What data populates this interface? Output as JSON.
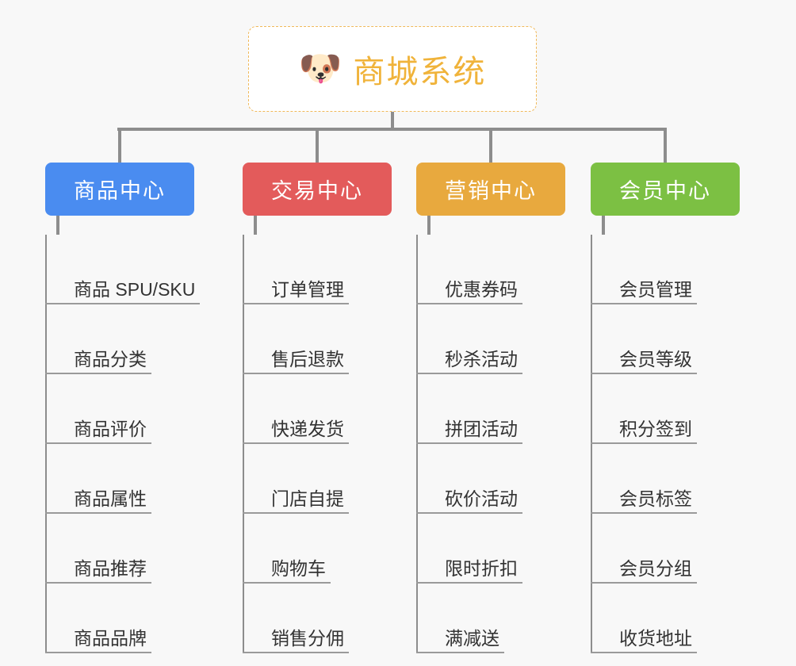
{
  "diagram": {
    "title": "商城系统",
    "background_color": "#f8f8f8",
    "connector_color": "#8d8d8d",
    "root": {
      "label": "商城系统",
      "icon": "dog-face-emoji",
      "icon_glyph": "🐶",
      "text_color": "#f0b33a",
      "border_color": "#f0b95a",
      "background_color": "#ffffff"
    },
    "branches": [
      {
        "label": "商品中心",
        "color": "#4a8cf0",
        "items": [
          "商品 SPU/SKU",
          "商品分类",
          "商品评价",
          "商品属性",
          "商品推荐",
          "商品品牌"
        ]
      },
      {
        "label": "交易中心",
        "color": "#e35b5b",
        "items": [
          "订单管理",
          "售后退款",
          "快递发货",
          "门店自提",
          "购物车",
          "销售分佣"
        ]
      },
      {
        "label": "营销中心",
        "color": "#e8a93e",
        "items": [
          "优惠券码",
          "秒杀活动",
          "拼团活动",
          "砍价活动",
          "限时折扣",
          "满减送"
        ]
      },
      {
        "label": "会员中心",
        "color": "#7cc043",
        "items": [
          "会员管理",
          "会员等级",
          "积分签到",
          "会员标签",
          "会员分组",
          "收货地址"
        ]
      }
    ]
  }
}
